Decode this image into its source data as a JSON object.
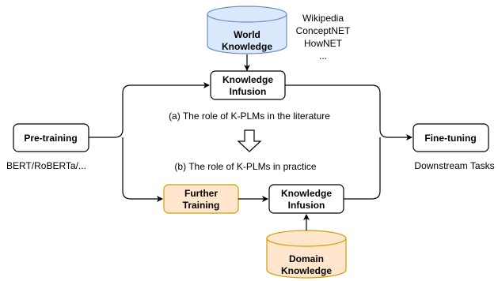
{
  "world_db": {
    "line1": "World",
    "line2": "Knowledge"
  },
  "domain_db": {
    "line1": "Domain",
    "line2": "Knowledge"
  },
  "sources": [
    "Wikipedia",
    "ConceptNET",
    "HowNET",
    "..."
  ],
  "nodes": {
    "pretraining": "Pre-training",
    "finetuning": "Fine-tuning",
    "infusion_top": {
      "line1": "Knowledge",
      "line2": "Infusion"
    },
    "infusion_bottom": {
      "line1": "Knowledge",
      "line2": "Infusion"
    },
    "further_training": {
      "line1": "Further",
      "line2": "Training"
    }
  },
  "captions": {
    "literature": "(a) The role of K-PLMs in the literature",
    "practice": "(b) The role of K-PLMs in practice",
    "models": "BERT/RoBERTa/...",
    "downstream": "Downstream Tasks"
  },
  "colors": {
    "world_db_fill": "#dae8fc",
    "world_db_stroke": "#6c8ebf",
    "domain_db_fill": "#ffe6cc",
    "domain_db_stroke": "#d79b00",
    "further_fill": "#ffe6cc",
    "further_stroke": "#d79b00"
  }
}
